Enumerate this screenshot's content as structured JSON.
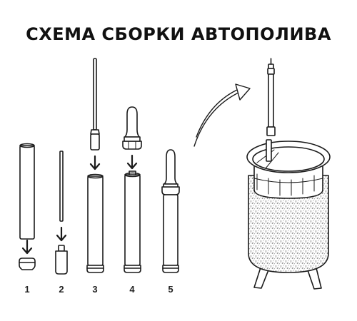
{
  "title": "СХЕМА СБОРКИ АВТОПОЛИВА",
  "steps": [
    {
      "number": "1"
    },
    {
      "number": "2"
    },
    {
      "number": "3"
    },
    {
      "number": "4"
    },
    {
      "number": "5"
    }
  ],
  "colors": {
    "line": "#1a1a1a",
    "fill": "#ffffff",
    "text": "#111111",
    "texture": "#555555"
  },
  "icons": [
    "water-tube-icon",
    "cap-icon",
    "wick-rod-icon",
    "float-indicator-icon",
    "down-arrow-icon",
    "curved-arrow-icon",
    "planter-pot-icon"
  ]
}
